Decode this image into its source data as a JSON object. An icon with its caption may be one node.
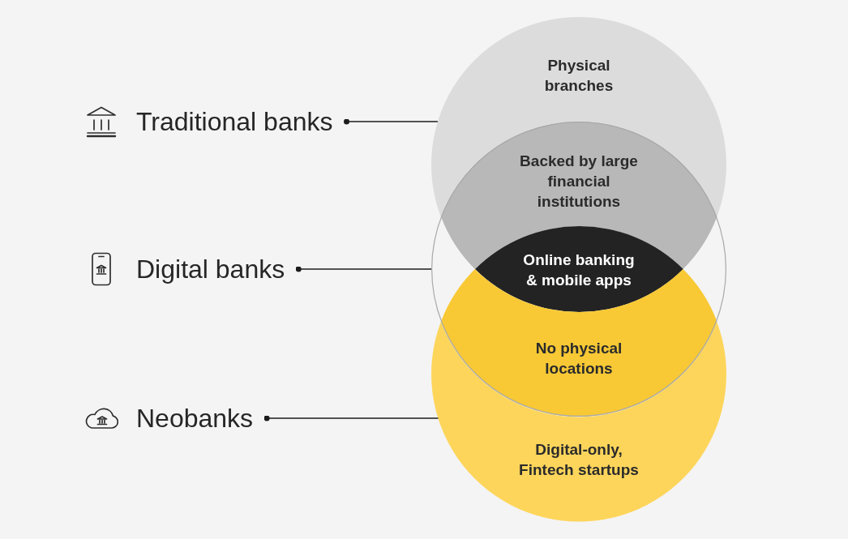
{
  "diagram": {
    "nodes": [
      {
        "text": [
          "Traditional banks"
        ]
      },
      {
        "text": [
          "Digital banks"
        ]
      },
      {
        "text": [
          "Neobanks"
        ]
      },
      {
        "text": [
          "Physical branches"
        ]
      },
      {
        "text": [],
        "shape": "circle"
      },
      {
        "text": [
          "Backed by large financial institutions"
        ],
        "in": 4
      },
      {
        "text": [
          "Online banking & mobile apps"
        ],
        "in": 4
      },
      {
        "text": [
          "No physical locations"
        ],
        "in": 4
      },
      {
        "text": [
          "Digital-only, Fintech startups"
        ]
      }
    ],
    "edges": [
      {
        "from": 0,
        "to": 3,
        "arrow": "other"
      },
      {
        "from": 1,
        "to": 4,
        "arrow": "other"
      },
      {
        "from": 2,
        "to": 8,
        "arrow": "other"
      }
    ]
  }
}
